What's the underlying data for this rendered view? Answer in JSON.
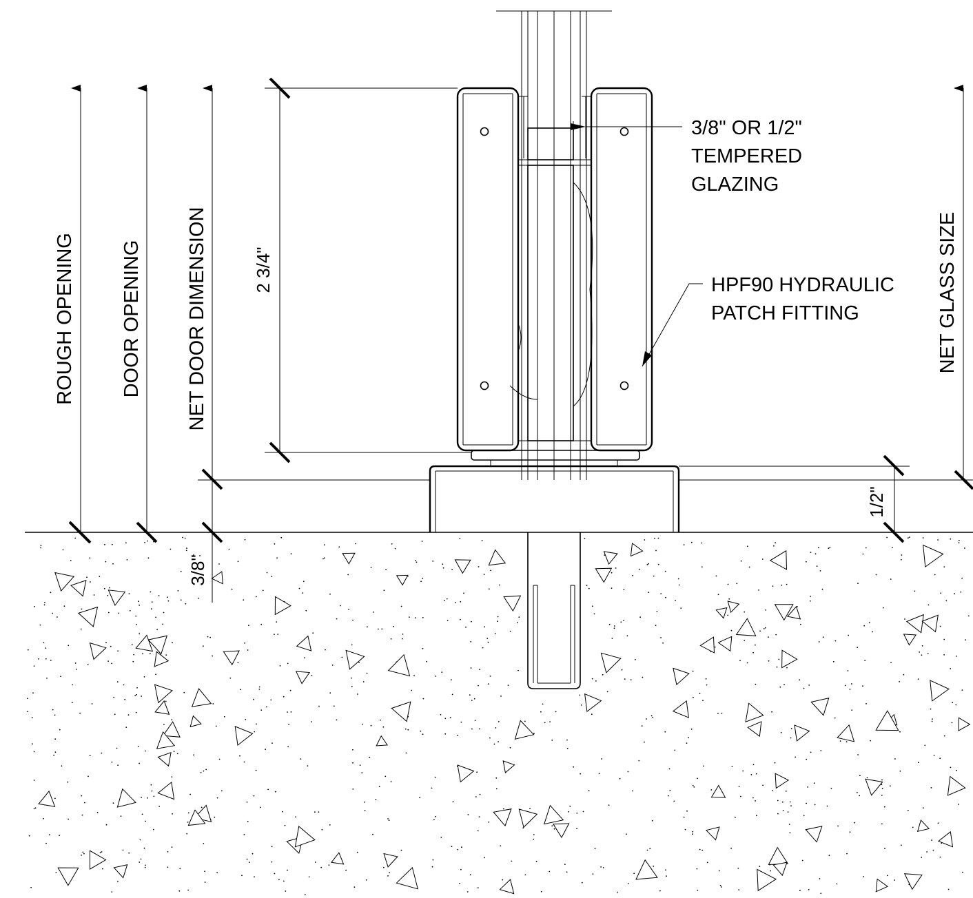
{
  "labels": {
    "rough_opening": "ROUGH OPENING",
    "door_opening": "DOOR OPENING",
    "net_door_dimension": "NET DOOR DIMENSION",
    "net_glass_size": "NET GLASS SIZE",
    "glazing": [
      "3/8\" OR 1/2\"",
      "TEMPERED",
      "GLAZING"
    ],
    "fitting": [
      "HPF90 HYDRAULIC",
      "PATCH FITTING"
    ]
  },
  "dimensions": {
    "fitting_height": "2 3/4\"",
    "plate_thickness": "1/2\"",
    "floor_offset": "3/8\""
  }
}
